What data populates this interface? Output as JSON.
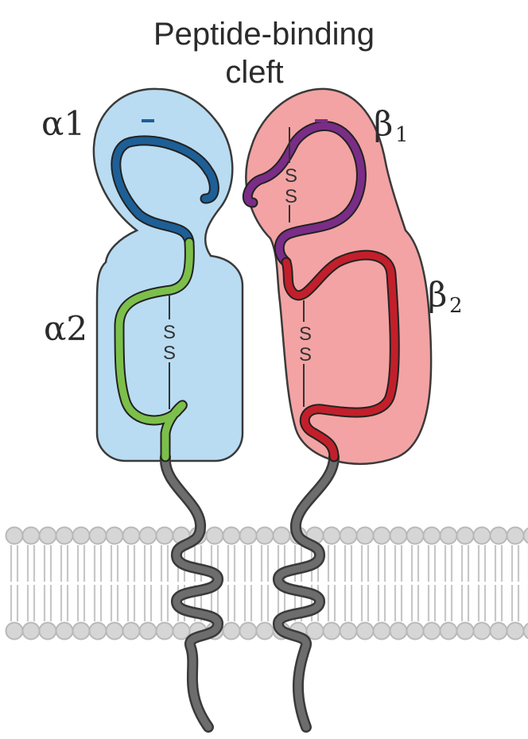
{
  "title": {
    "line1": "Peptide-binding",
    "line2": "cleft"
  },
  "labels": {
    "alpha1": "α1",
    "alpha2": "α2",
    "beta1_base": "β",
    "beta1_sub": "1",
    "beta2_base": "β",
    "beta2_sub": "2"
  },
  "disulfide": {
    "s_letter": "S"
  },
  "colors": {
    "alpha_fill": "#b9dcf2",
    "beta_fill": "#f3a3a3",
    "alpha1_chain": "#1d5f96",
    "alpha2_chain": "#7cbf4a",
    "beta1_chain": "#7a2d86",
    "beta2_chain": "#c21f2b",
    "tail_chain": "#6d6d6d",
    "membrane": "#c9c9c9"
  }
}
